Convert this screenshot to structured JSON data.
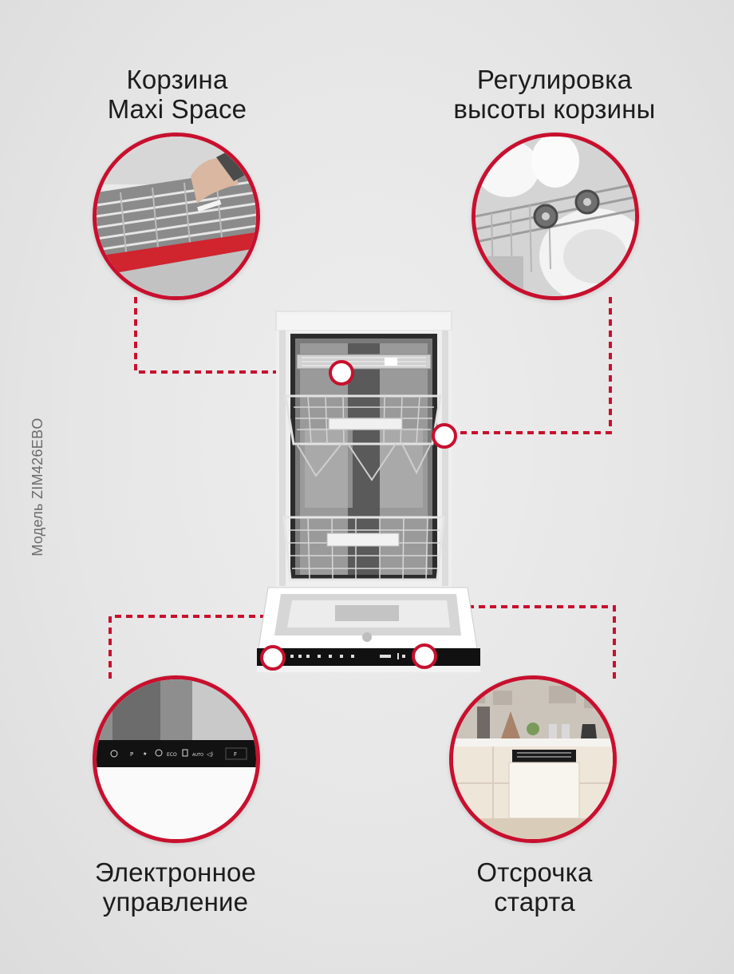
{
  "features": {
    "basket": {
      "line1": "Корзина",
      "line2": "Maxi Space"
    },
    "height": {
      "line1": "Регулировка",
      "line2": "высоты корзины"
    },
    "control": {
      "line1": "Электронное",
      "line2": "управление"
    },
    "delay": {
      "line1": "Отсрочка",
      "line2": "старта"
    }
  },
  "model_label": "Модель ZIM426EBO",
  "control_panel": {
    "buttons": [
      "P",
      "ECO",
      "AUTO",
      "F"
    ]
  },
  "colors": {
    "accent": "#c8102e",
    "background": "#e8e8e8",
    "text": "#1c1c1c",
    "muted_text": "#6a6a6a"
  },
  "icons": [
    "power-icon",
    "star-icon",
    "half-load-icon",
    "eco-icon",
    "glass-icon",
    "auto-icon",
    "sound-icon"
  ]
}
